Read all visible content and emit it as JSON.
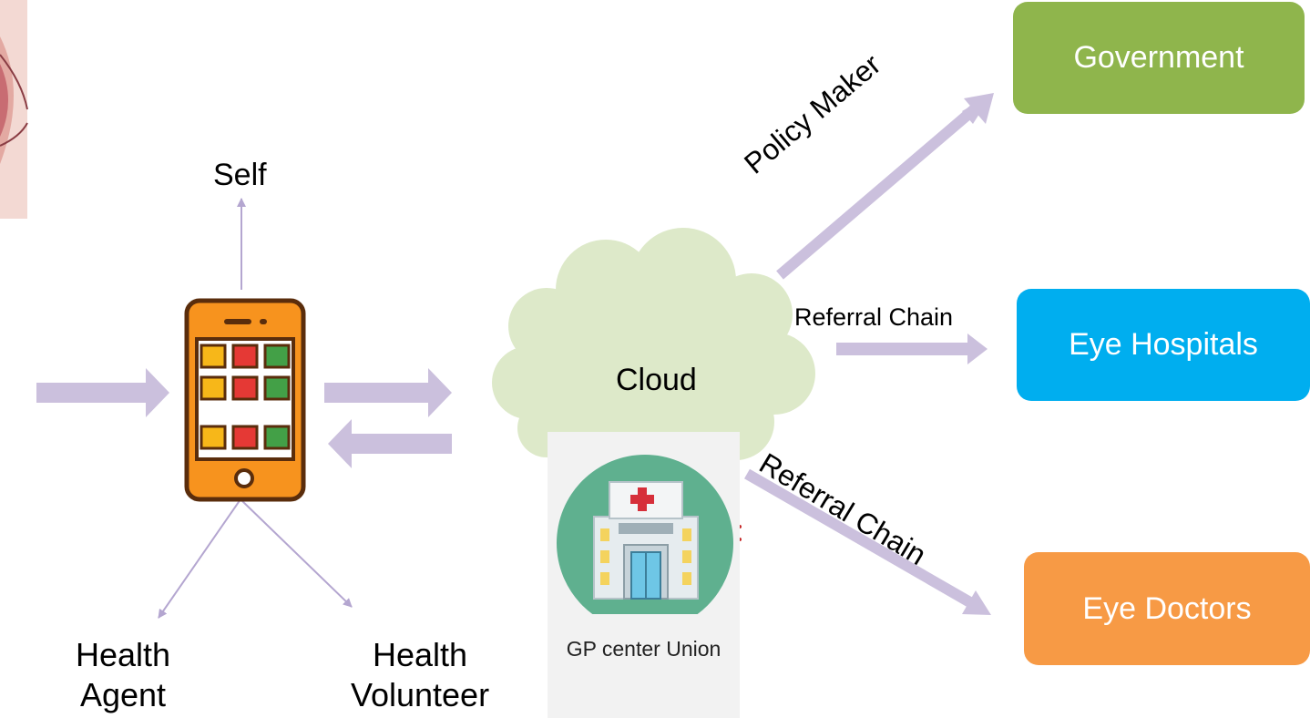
{
  "nodes": {
    "self": "Self",
    "cloud": "Cloud",
    "health_agent": "Health\nAgent",
    "health_volunteer": "Health\nVolunteer",
    "gp_center": "GP center\nUnion",
    "government": "Government",
    "eye_hospitals": "Eye Hospitals",
    "eye_doctors": "Eye Doctors"
  },
  "edges": {
    "policy_maker": "Policy Maker",
    "referral_chain_hospitals": "Referral Chain",
    "referral_chain_doctors": "Referral Chain"
  },
  "colors": {
    "arrow": "#CBC0DD",
    "thin_arrow": "#B4A6D0",
    "cloud": "#DDE9C9",
    "government": "#8FB54C",
    "eye_hospitals": "#00AEEF",
    "eye_doctors": "#F79A45",
    "phone_body": "#F7931E",
    "phone_outline": "#5A2D0C",
    "gp_circle": "#5FB08F"
  },
  "icons": [
    "eye-photo",
    "smartphone-icon",
    "hospital-icon"
  ]
}
